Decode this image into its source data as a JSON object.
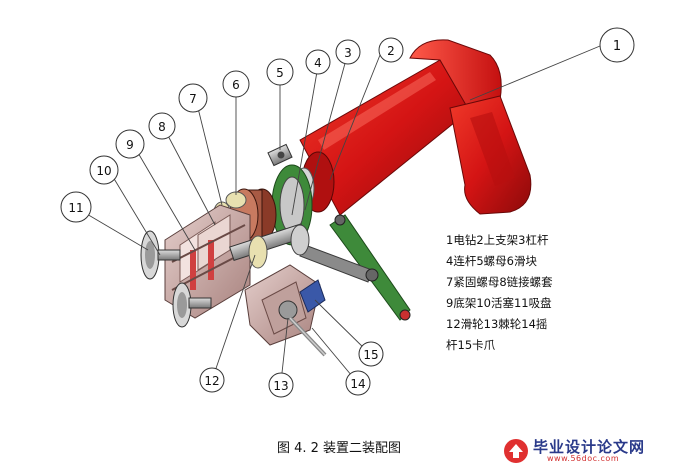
{
  "callouts": [
    "1",
    "2",
    "3",
    "4",
    "5",
    "6",
    "7",
    "8",
    "9",
    "10",
    "11",
    "12",
    "13",
    "14",
    "15"
  ],
  "legend_lines": [
    "1电钻2上支架3杠杆",
    "4连杆5螺母6滑块",
    "7紧固螺母8链接螺套",
    "9底架10活塞11吸盘",
    "12滑轮13棘轮14摇",
    "杆15卡爪"
  ],
  "caption": "图 4. 2 装置二装配图",
  "watermark": {
    "title": "毕业设计论文网",
    "url": "www.56doc.com"
  },
  "colors": {
    "drill_red": "#d41414",
    "drill_dark": "#8c0a0a",
    "frame_pink": "#c9a9a6",
    "green_bar": "#3e8a3a",
    "grey_metal": "#9a9a9a",
    "callout_line": "#444444"
  }
}
